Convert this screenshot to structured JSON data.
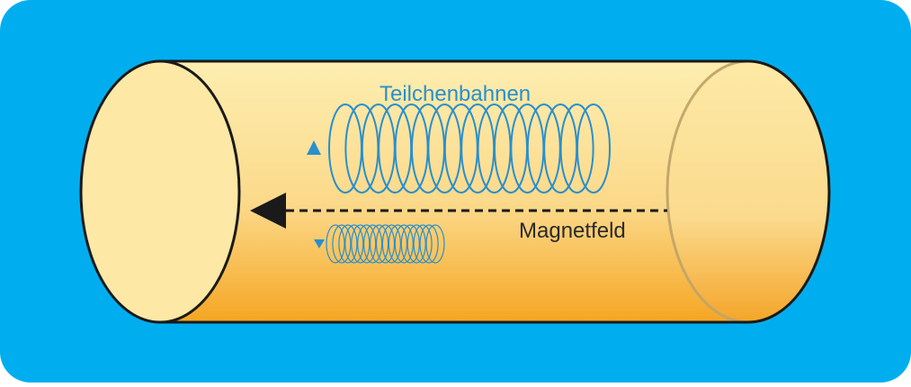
{
  "labels": {
    "particle_paths": "Teilchenbahnen",
    "magnetic_field": "Magnetfeld"
  },
  "colors": {
    "background": "#00aeef",
    "cylinder_light": "#fde9a3",
    "cylinder_dark": "#f6a623",
    "end_cap": "#fde8a6",
    "outline": "#1a1a1a",
    "helix": "#2a8fcc",
    "label_blue": "#2a8fcc",
    "field_line": "#1a1a1a"
  },
  "icons": {
    "large_helix_direction": "arrow-up-icon",
    "small_helix_direction": "arrow-down-icon",
    "field_direction": "arrow-left-icon"
  },
  "helices": {
    "large_turns": 16,
    "small_turns": 17
  }
}
